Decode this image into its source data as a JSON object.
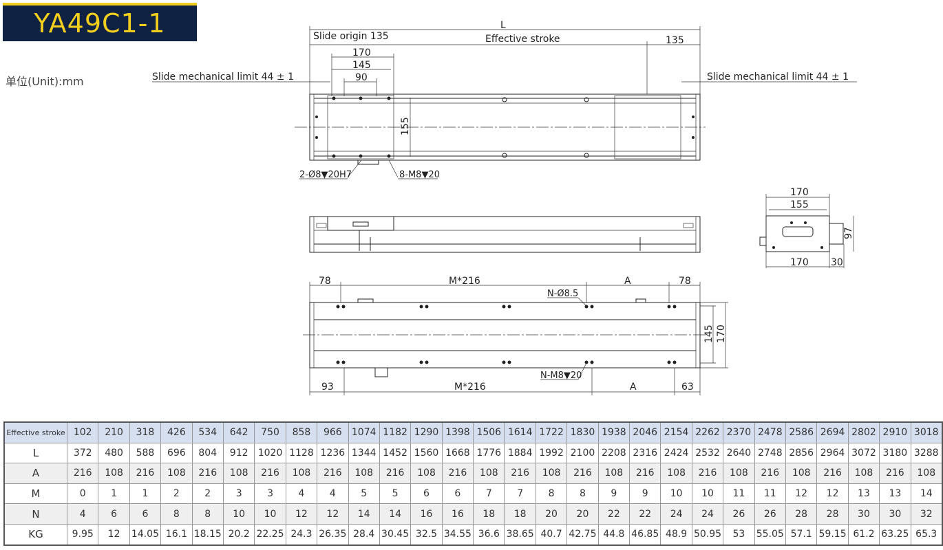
{
  "title": "YA49C1-1",
  "unit_label": "单位(Unit):mm",
  "colors": {
    "badge_bg": "#0f2244",
    "badge_text": "#f2cf1d",
    "table_header_bg": "#d5dff0"
  },
  "drawing": {
    "top_view": {
      "L": "L",
      "slide_origin": "Slide origin 135",
      "effective_stroke": "Effective stroke",
      "end_135": "135",
      "dim_170": "170",
      "dim_145": "145",
      "dim_90": "90",
      "limit_left": "Slide mechanical limit 44 ± 1",
      "limit_right": "Slide mechanical limit 44 ± 1",
      "dim_155": "155",
      "pin_holes": "2-Ø8▼20H7",
      "screw_holes": "8-M8▼20"
    },
    "end_view": {
      "dim_170_top": "170",
      "dim_155": "155",
      "dim_97": "97",
      "dim_170_bottom": "170",
      "dim_30": "30"
    },
    "bottom_view": {
      "top_78_left": "78",
      "top_m216": "M*216",
      "top_A": "A",
      "top_78_right": "78",
      "holes_top": "N-Ø8.5",
      "dim_145": "145",
      "dim_170": "170",
      "bot_93": "93",
      "bot_m216": "M*216",
      "bot_A": "A",
      "bot_63": "63",
      "holes_bottom": "N-M8▼20"
    }
  },
  "table": {
    "header_label": "Effective stroke",
    "strokes": [
      "102",
      "210",
      "318",
      "426",
      "534",
      "642",
      "750",
      "858",
      "966",
      "1074",
      "1182",
      "1290",
      "1398",
      "1506",
      "1614",
      "1722",
      "1830",
      "1938",
      "2046",
      "2154",
      "2262",
      "2370",
      "2478",
      "2586",
      "2694",
      "2802",
      "2910",
      "3018"
    ],
    "rows": [
      {
        "label": "L",
        "values": [
          "372",
          "480",
          "588",
          "696",
          "804",
          "912",
          "1020",
          "1128",
          "1236",
          "1344",
          "1452",
          "1560",
          "1668",
          "1776",
          "1884",
          "1992",
          "2100",
          "2208",
          "2316",
          "2424",
          "2532",
          "2640",
          "2748",
          "2856",
          "2964",
          "3072",
          "3180",
          "3288"
        ]
      },
      {
        "label": "A",
        "values": [
          "216",
          "108",
          "216",
          "108",
          "216",
          "108",
          "216",
          "108",
          "216",
          "108",
          "216",
          "108",
          "216",
          "108",
          "216",
          "108",
          "216",
          "108",
          "216",
          "108",
          "216",
          "108",
          "216",
          "108",
          "216",
          "108",
          "216",
          "108"
        ]
      },
      {
        "label": "M",
        "values": [
          "0",
          "1",
          "1",
          "2",
          "2",
          "3",
          "3",
          "4",
          "4",
          "5",
          "5",
          "6",
          "6",
          "7",
          "7",
          "8",
          "8",
          "9",
          "9",
          "10",
          "10",
          "11",
          "11",
          "12",
          "12",
          "13",
          "13",
          "14"
        ]
      },
      {
        "label": "N",
        "values": [
          "4",
          "6",
          "6",
          "8",
          "8",
          "10",
          "10",
          "12",
          "12",
          "14",
          "14",
          "16",
          "16",
          "18",
          "18",
          "20",
          "20",
          "22",
          "22",
          "24",
          "24",
          "26",
          "26",
          "28",
          "28",
          "30",
          "30",
          "32"
        ]
      },
      {
        "label": "KG",
        "values": [
          "9.95",
          "12",
          "14.05",
          "16.1",
          "18.15",
          "20.2",
          "22.25",
          "24.3",
          "26.35",
          "28.4",
          "30.45",
          "32.5",
          "34.55",
          "36.6",
          "38.65",
          "40.7",
          "42.75",
          "44.8",
          "46.85",
          "48.9",
          "50.95",
          "53",
          "55.05",
          "57.1",
          "59.15",
          "61.2",
          "63.25",
          "65.3"
        ]
      }
    ]
  }
}
